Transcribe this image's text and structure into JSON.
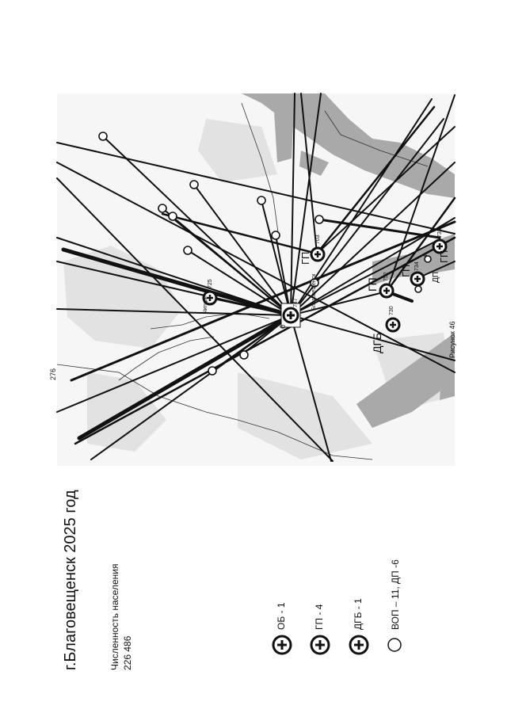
{
  "page_number": "276",
  "title": "г.Благовещенск 2025 год",
  "population_label": "Численность населения",
  "population_value": "226 486",
  "figure_caption": "Рисунок 46",
  "legend": [
    {
      "label": "ОБ - 1",
      "symbol": "cross-circle"
    },
    {
      "label": "ГП - 4",
      "symbol": "cross-circle"
    },
    {
      "label": "ДГБ - 1",
      "symbol": "cross-circle"
    },
    {
      "label": "ВОП – 11, ДП -6",
      "symbol": "open-circle"
    }
  ],
  "map_labels": {
    "dgb": "ДГБ",
    "gp": "ГП",
    "dp": "ДП",
    "ob_mark": "б",
    "chigiri": "Чигири",
    "blagoveshchensk": "Благовещенск"
  },
  "facility_ids": [
    "725",
    "747",
    "730",
    "752",
    "703",
    "733",
    "734",
    "4"
  ],
  "colors": {
    "ink": "#111111",
    "water": "#a9a9a9",
    "terrain": "#e6e6e6"
  }
}
